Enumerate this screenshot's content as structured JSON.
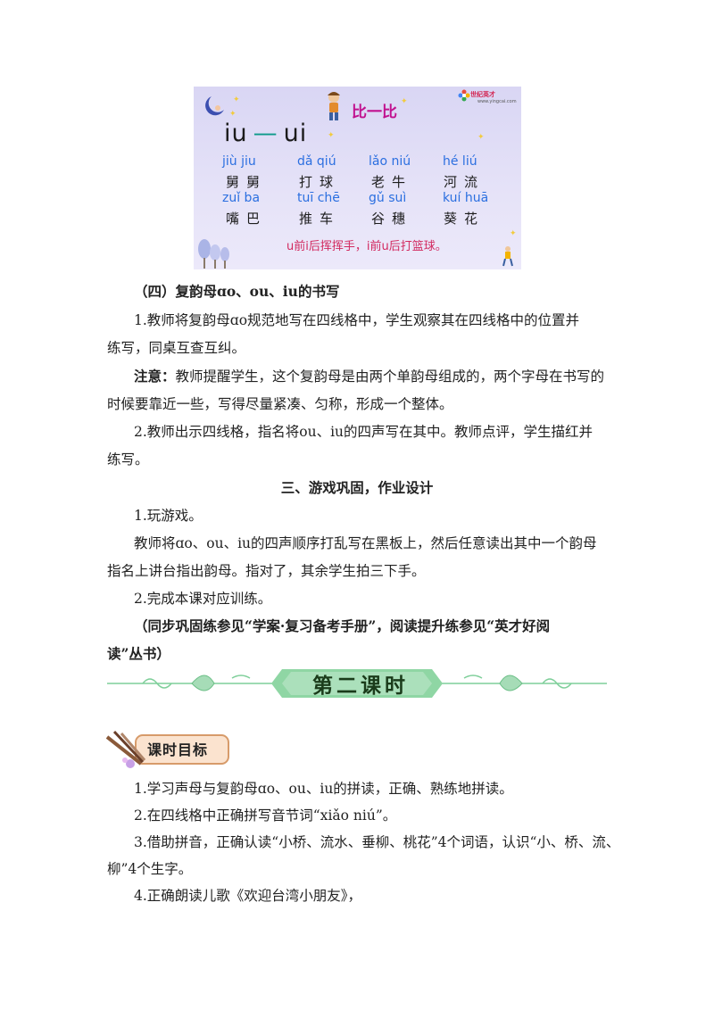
{
  "slide": {
    "title": "比一比",
    "logo": "世纪英才",
    "logo_url": "www.yingcai.com",
    "compare_left": "iu",
    "compare_right": "ui",
    "row1_pinyin": [
      "jiù jiu",
      "dǎ qiú",
      "lǎo niú",
      "hé liú"
    ],
    "row1_hanzi": [
      "舅舅",
      "打球",
      "老牛",
      "河流"
    ],
    "row2_pinyin": [
      "zuǐ ba",
      "tuī chē",
      "gǔ suì",
      "kuí huā"
    ],
    "row2_hanzi": [
      "嘴巴",
      "推车",
      "谷穗",
      "葵花"
    ],
    "rhyme": "u前i后挥挥手，i前u后打篮球。"
  },
  "section4": {
    "heading": "（四）复韵母ɑo、ou、iu的书写",
    "p1_line1": "1.教师将复韵母ɑo规范地写在四线格中，学生观察其在四线格中的位置并",
    "p1_line2": "练写，同桌互查互纠。",
    "note_label": "注意：",
    "note_line1": "教师提醒学生，这个复韵母是由两个单韵母组成的，两个字母在书写的",
    "note_line2": "时候要靠近一些，写得尽量紧凑、匀称，形成一个整体。",
    "p2_line1": "2.教师出示四线格，指名将ou、iu的四声写在其中。教师点评，学生描红并",
    "p2_line2": "练写。"
  },
  "section3": {
    "heading": "三、游戏巩固，作业设计",
    "p1": "1.玩游戏。",
    "p2_line1": "教师将ɑo、ou、iu的四声顺序打乱写在黑板上，然后任意读出其中一个韵母",
    "p2_line2": "指名上讲台指出韵母。指对了，其余学生拍三下手。",
    "p3": "2.完成本课对应训练。",
    "ref_line1": "（同步巩固练参见“学案·复习备考手册”，阅读提升练参见“英才好阅",
    "ref_line2": "读”丛书）"
  },
  "banner": {
    "title": "第二课时"
  },
  "objectives": {
    "badge": "课时目标",
    "o1": "1.学习声母与复韵母ɑo、ou、iu的拼读，正确、熟练地拼读。",
    "o2": "2.在四线格中正确拼写音节词“xiǎo niú”。",
    "o3_line1": "3.借助拼音，正确认读“小桥、流水、垂柳、桃花”4个词语，认识“小、桥、流、",
    "o3_line2": "柳”4个生字。",
    "o4": "4.正确朗读儿歌《欢迎台湾小朋友》，"
  },
  "colors": {
    "slide_bg": "#dedbf6",
    "title_magenta": "#c1118f",
    "pinyin_blue": "#2b6fe0",
    "rhyme_red": "#d2295f",
    "banner_green": "#7fcf9a"
  }
}
